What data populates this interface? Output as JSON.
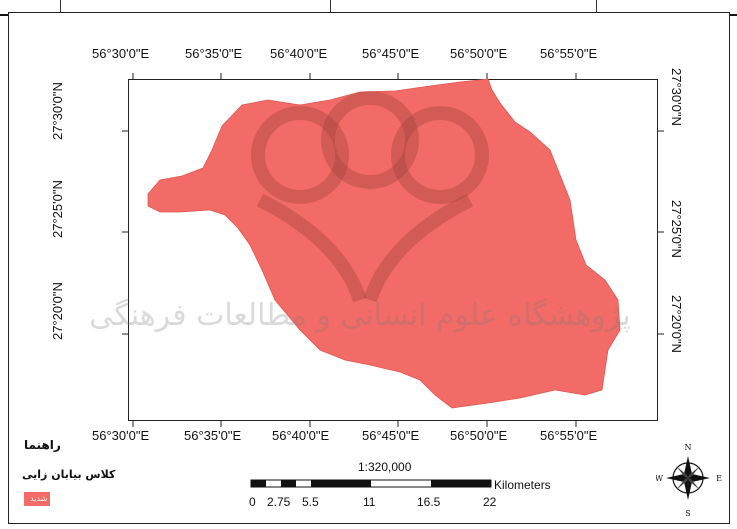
{
  "map": {
    "region_color": "#f26b66",
    "top_labels": [
      "56°30'0\"E",
      "56°35'0\"E",
      "56°40'0\"E",
      "56°45'0\"E",
      "56°50'0\"E",
      "56°55'0\"E"
    ],
    "bottom_labels": [
      "56°30'0\"E",
      "56°35'0\"E",
      "56°40'0\"E",
      "56°45'0\"E",
      "56°50'0\"E",
      "56°55'0\"E"
    ],
    "left_labels": [
      "27°30'0\"N",
      "27°25'0\"N",
      "27°20'0\"N"
    ],
    "right_labels": [
      "27°30'0\"N",
      "27°25'0\"N",
      "27°20'0\"N"
    ],
    "watermark_text": "پژوهشگاه علوم انسانی و مطالعات فرهنگی"
  },
  "legend": {
    "title": "راهنما",
    "class_title": "کلاس بیابان زایی",
    "items": [
      {
        "label": "شدید",
        "color": "#f26b66"
      }
    ]
  },
  "scale": {
    "ratio": "1:320,000",
    "unit": "Kilometers",
    "ticks": [
      "0",
      "2.75",
      "5.5",
      "11",
      "16.5",
      "22"
    ]
  },
  "compass": {
    "n": "N",
    "s": "S",
    "e": "E",
    "w": "W"
  }
}
